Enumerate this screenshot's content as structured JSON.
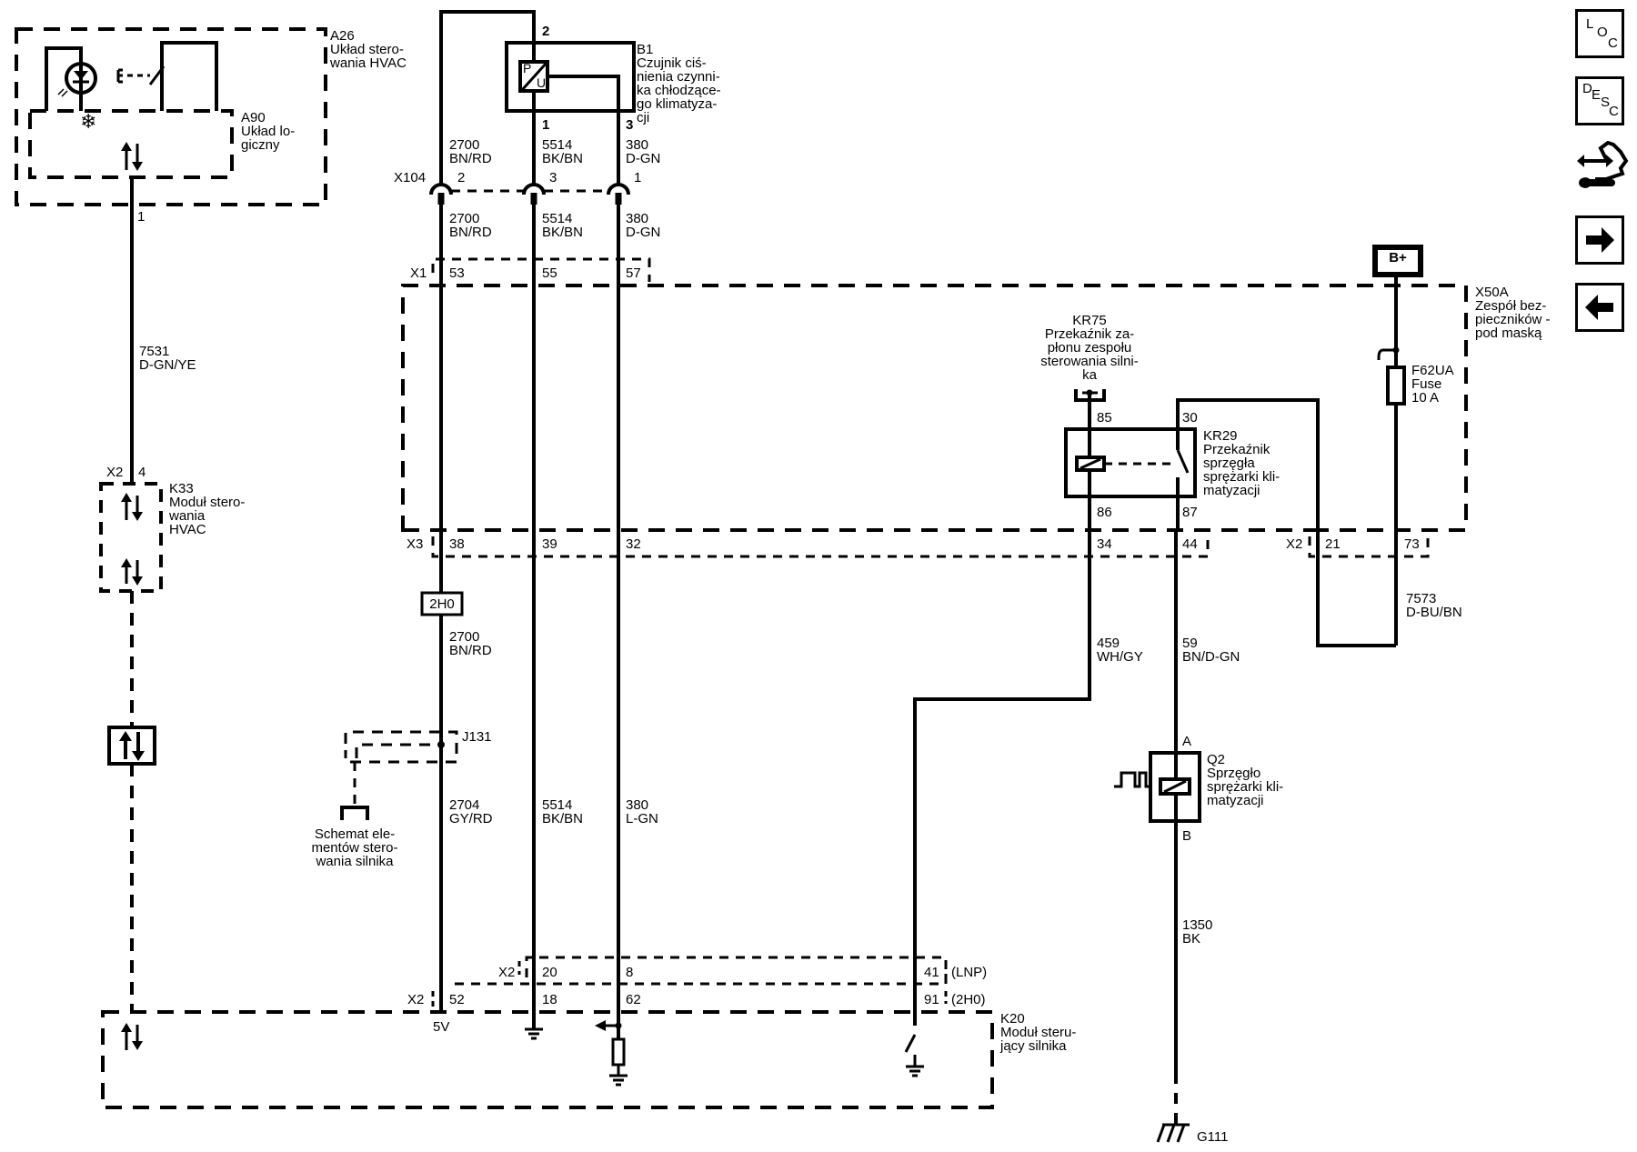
{
  "components": {
    "a26": {
      "id": "A26",
      "desc": "Układ stero-\nwania HVAC"
    },
    "a90": {
      "id": "A90",
      "desc": "Układ lo-\ngiczny"
    },
    "b1": {
      "id": "B1",
      "desc": "Czujnik ciś-\nnienia czynni-\nka chłodzące-\ngo klimatyza-\ncji",
      "pin_top": "2",
      "pin_left": "1",
      "pin_right": "3",
      "symbol_p": "P",
      "symbol_u": "U"
    },
    "k33": {
      "id": "K33",
      "desc": "Moduł stero-\nwania\nHVAC",
      "connector": "X2",
      "pin": "4"
    },
    "x50a": {
      "id": "X50A",
      "desc": "Zespół bez-\npieczników -\npod maską"
    },
    "kr75": {
      "id": "KR75",
      "desc": "Przekaźnik za-\npłonu zespołu\nsterowania silni-\nka"
    },
    "kr29": {
      "id": "KR29",
      "desc": "Przekaźnik\nsprzęgła\nsprężarki kli-\nmatyzacji",
      "pins": {
        "p85": "85",
        "p30": "30",
        "p86": "86",
        "p87": "87"
      }
    },
    "f62ua": {
      "id": "F62UA",
      "desc": "Fuse\n10 A"
    },
    "bplus": {
      "label": "B+"
    },
    "q2": {
      "id": "Q2",
      "desc": "Sprzęgło\nsprężarki kli-\nmatyzacji",
      "pin_a": "A",
      "pin_b": "B"
    },
    "k20": {
      "id": "K20",
      "desc": "Moduł steru-\njący silnika",
      "v5": "5V"
    },
    "j131": {
      "id": "J131"
    },
    "ref_schematic": {
      "text": "Schemat ele-\nmentów stero-\nwania silnika"
    },
    "g111": {
      "id": "G111"
    },
    "sig_2h0": {
      "label": "2H0"
    }
  },
  "connectors": {
    "a26_pin": "1",
    "x104": {
      "id": "X104",
      "pins": [
        "2",
        "3",
        "1"
      ]
    },
    "x1": {
      "id": "X1",
      "pins": [
        "53",
        "55",
        "57"
      ]
    },
    "x3": {
      "id": "X3",
      "pins": [
        "38",
        "39",
        "32",
        "34",
        "44"
      ]
    },
    "x2_fuse": {
      "id": "X2",
      "pins": [
        "21",
        "73"
      ]
    },
    "x2_k20_upper": {
      "id": "X2",
      "pins": [
        "20",
        "8",
        "41"
      ],
      "tag": "(LNP)"
    },
    "x2_k20_lower": {
      "id": "X2",
      "pins": [
        "52",
        "18",
        "62",
        "91"
      ],
      "tag": "(2H0)"
    }
  },
  "wires": {
    "w7531": {
      "num": "7531",
      "color": "D-GN/YE"
    },
    "w2700_top": {
      "num": "2700",
      "color": "BN/RD"
    },
    "w5514_top": {
      "num": "5514",
      "color": "BK/BN"
    },
    "w380_top": {
      "num": "380",
      "color": "D-GN"
    },
    "w2700_mid": {
      "num": "2700",
      "color": "BN/RD"
    },
    "w5514_mid": {
      "num": "5514",
      "color": "BK/BN"
    },
    "w380_mid": {
      "num": "380",
      "color": "D-GN"
    },
    "w2700_low": {
      "num": "2700",
      "color": "BN/RD"
    },
    "w2704": {
      "num": "2704",
      "color": "GY/RD"
    },
    "w5514_low": {
      "num": "5514",
      "color": "BK/BN"
    },
    "w380_low": {
      "num": "380",
      "color": "L-GN"
    },
    "w459": {
      "num": "459",
      "color": "WH/GY"
    },
    "w59": {
      "num": "59",
      "color": "BN/D-GN"
    },
    "w7573": {
      "num": "7573",
      "color": "D-BU/BN"
    },
    "w1350": {
      "num": "1350",
      "color": "BK"
    }
  },
  "nav": {
    "loc": {
      "l": "L",
      "o": "O",
      "c": "C"
    },
    "desc": {
      "d": "D",
      "e": "E",
      "s": "S",
      "c": "C"
    }
  }
}
